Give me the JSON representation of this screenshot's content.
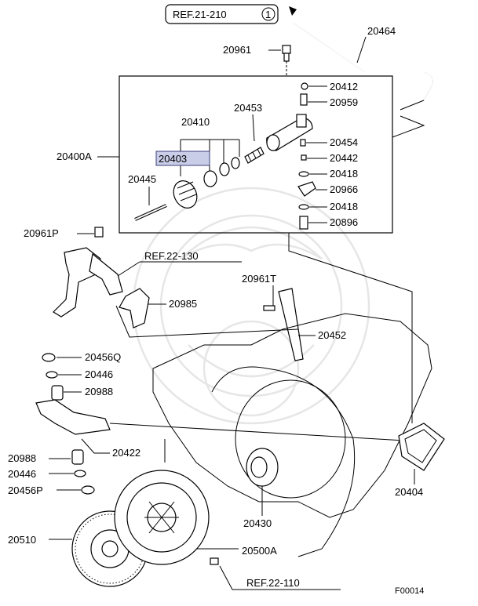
{
  "diagram": {
    "refs": [
      "REF.21-210",
      "REF.22-130",
      "REF.22-110"
    ],
    "ref_circle_digit": "1",
    "highlighted_part": "20403",
    "figure_code": "F00014",
    "parts": {
      "p20464": "20464",
      "p20961": "20961",
      "p20412": "20412",
      "p20959": "20959",
      "p20453": "20453",
      "p20410": "20410",
      "p20454": "20454",
      "p20400A": "20400A",
      "p20403": "20403",
      "p20442": "20442",
      "p20418a": "20418",
      "p20445": "20445",
      "p20966": "20966",
      "p20418b": "20418",
      "p20896": "20896",
      "p20961P": "20961P",
      "p20961T": "20961T",
      "p20985": "20985",
      "p20452": "20452",
      "p20456Q": "20456Q",
      "p20446a": "20446",
      "p20988a": "20988",
      "p20988b": "20988",
      "p20422": "20422",
      "p20446b": "20446",
      "p20456P": "20456P",
      "p20404": "20404",
      "p20430": "20430",
      "p20510": "20510",
      "p20500A": "20500A"
    }
  }
}
